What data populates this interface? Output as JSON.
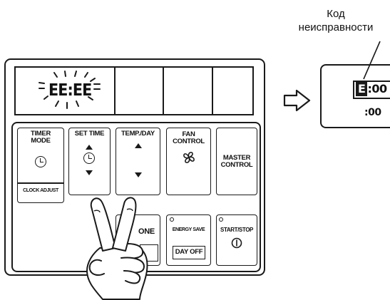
{
  "caption": {
    "line1": "Код",
    "line2": "неисправности"
  },
  "lcd": {
    "code": "EE:EE"
  },
  "mini_display": {
    "code_prefix": "E",
    "code_digits": ":00",
    "second_line": ":00"
  },
  "buttons": {
    "timer_mode": {
      "line1": "TIMER",
      "line2": "MODE",
      "sub": "CLOCK ADJUST"
    },
    "set_time": {
      "label": "SET TIME"
    },
    "temp_day": {
      "label": "TEMP./DAY"
    },
    "fan_control": {
      "line1": "FAN",
      "line2": "CONTROL"
    },
    "master_control": {
      "line1": "MASTER",
      "line2": "CONTROL"
    },
    "zone": {
      "label": "ONE"
    },
    "energy_save": {
      "label": "ENERGY SAVE",
      "sub": "DAY OFF"
    },
    "start_stop": {
      "label": "START/STOP"
    }
  },
  "icons": [
    "clock-icon",
    "up-arrow-icon",
    "down-arrow-icon",
    "fan-icon",
    "power-icon",
    "right-arrow-icon",
    "hand-icon"
  ],
  "colors": {
    "ink": "#1a1a1a",
    "background": "#ffffff"
  }
}
